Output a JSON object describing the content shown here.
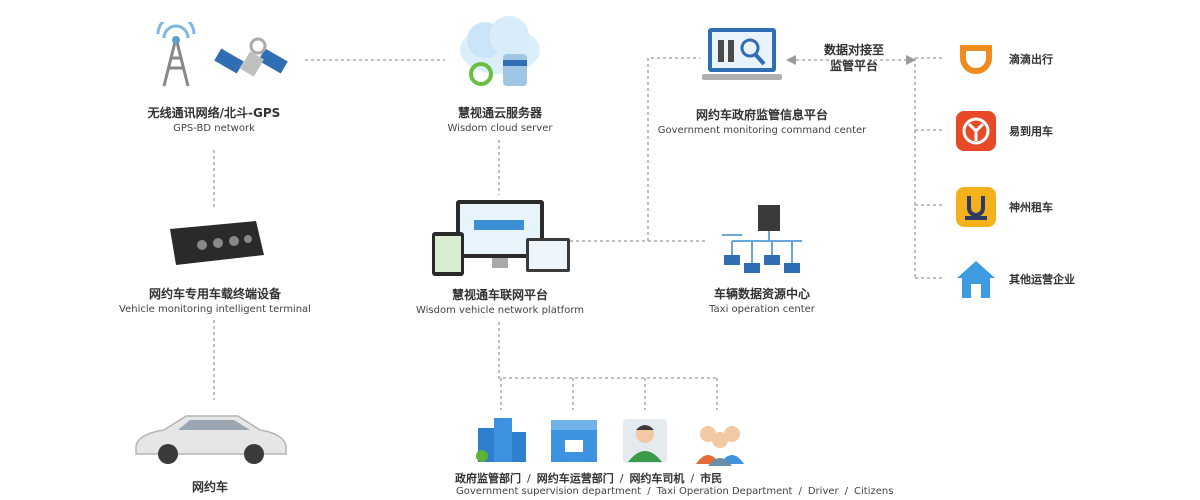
{
  "nodes": {
    "gps": {
      "cn": "无线通讯网络/北斗-GPS",
      "en": "GPS-BD network"
    },
    "cloud": {
      "cn": "慧视通云服务器",
      "en": "Wisdom cloud server"
    },
    "gov": {
      "cn": "网约车政府监管信息平台",
      "en": "Government monitoring command center"
    },
    "terminal": {
      "cn": "网约车专用车载终端设备",
      "en": "Vehicle monitoring intelligent terminal"
    },
    "platform": {
      "cn": "慧视通车联网平台",
      "en": "Wisdom vehicle network platform"
    },
    "taxi": {
      "cn": "车辆数据资源中心",
      "en": "Taxi operation center"
    },
    "car": {
      "cn": "网约车"
    }
  },
  "link_label": {
    "line1": "数据对接至",
    "line2": "监管平台"
  },
  "brands": [
    {
      "name": "滴滴出行",
      "icon": "didi-logo-icon",
      "color": "#f08c1e"
    },
    {
      "name": "易到用车",
      "icon": "yidao-logo-icon",
      "color": "#e84a28"
    },
    {
      "name": "神州租车",
      "icon": "shenzhou-logo-icon",
      "color": "#f3b21b"
    },
    {
      "name": "其他运营企业",
      "icon": "house-icon",
      "color": "#3d9be0"
    }
  ],
  "bottom": {
    "cn": [
      "政府监管部门",
      "网约车运营部门",
      "网约车司机",
      "市民"
    ],
    "en": [
      "Government supervision department",
      "Taxi Operation Department",
      "Driver",
      "Citizens"
    ],
    "sep": "/"
  }
}
